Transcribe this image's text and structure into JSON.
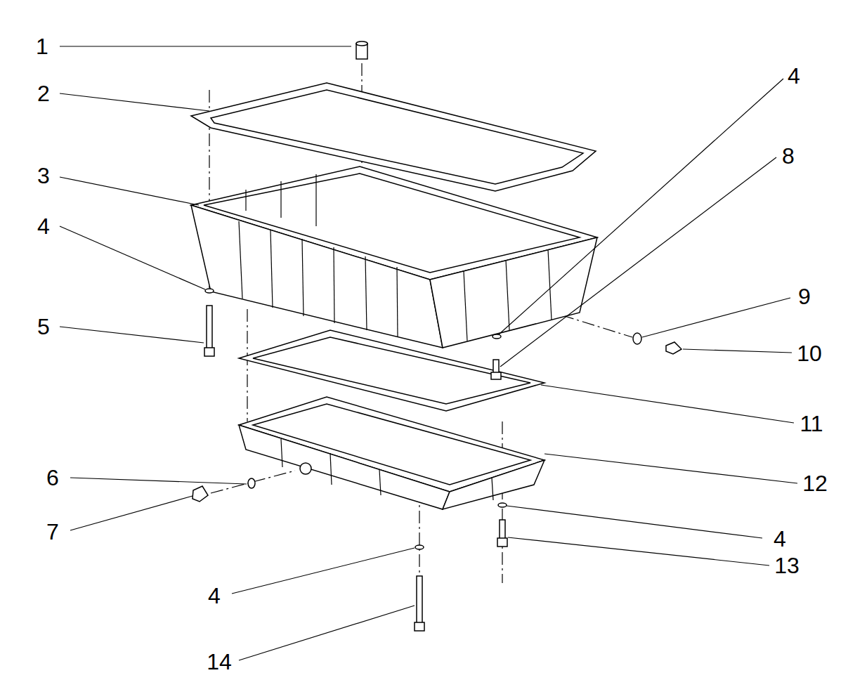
{
  "diagram": {
    "labels": [
      "1",
      "2",
      "3",
      "4",
      "5",
      "6",
      "7",
      "4",
      "14",
      "4",
      "13",
      "12",
      "11",
      "10",
      "9",
      "8",
      "4"
    ]
  }
}
